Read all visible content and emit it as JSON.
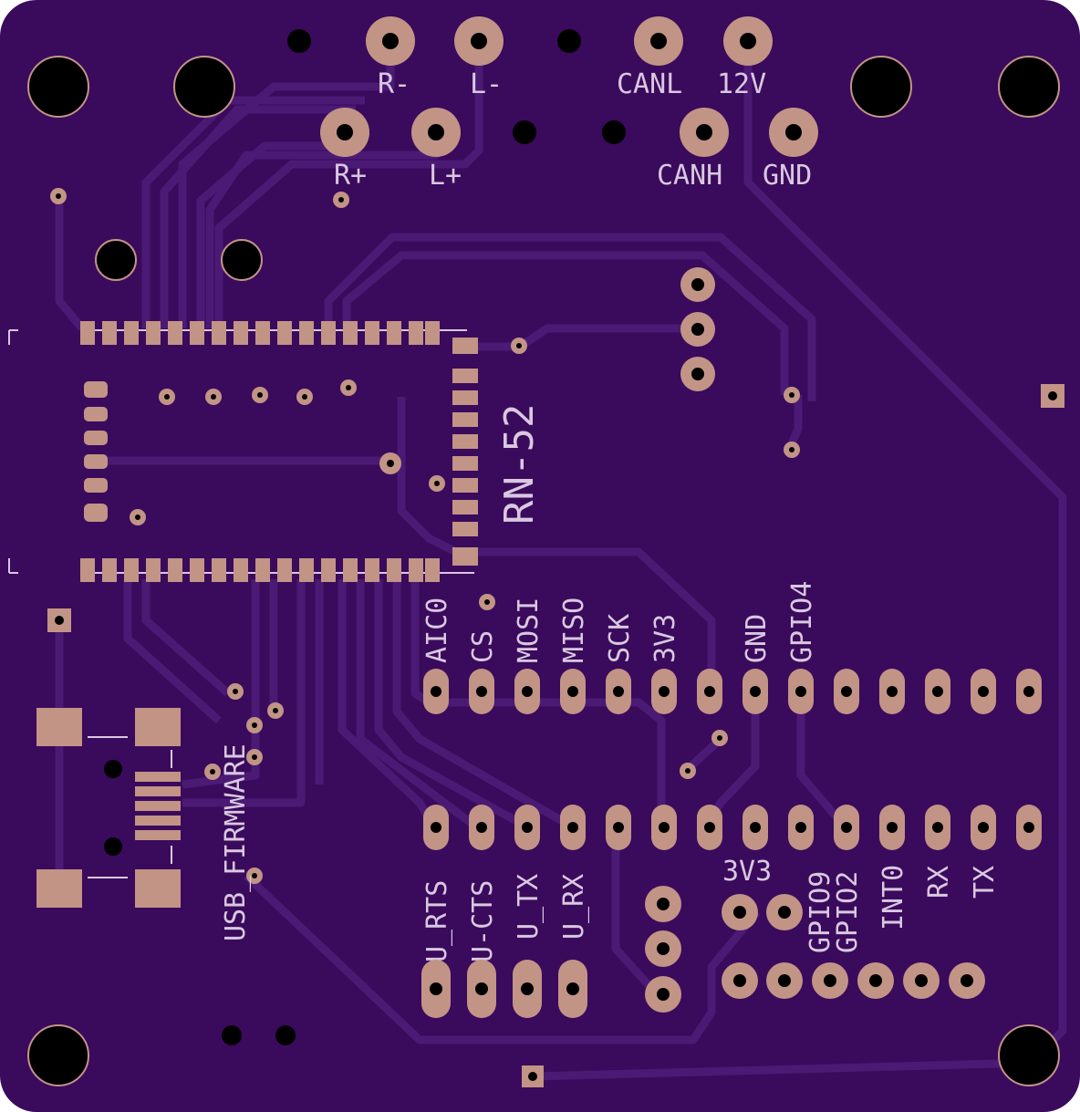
{
  "board": {
    "colors": {
      "substrate": "#3a0a5c",
      "copper_trace": "#4b1a74",
      "pad": "#c29486",
      "silkscreen": "#d9c8e0",
      "drill": "#000000"
    },
    "module_label": "RN-52",
    "connector_top": {
      "row1": [
        "R-",
        "L-",
        "CANL",
        "12V"
      ],
      "row2": [
        "R+",
        "L+",
        "CANH",
        "GND"
      ]
    },
    "header_top_labels": [
      "AIC0",
      "CS",
      "MOSI",
      "MISO",
      "SCK",
      "3V3",
      "GND",
      "GPIO4"
    ],
    "header_bottom_labels": [
      "U_RTS",
      "U-CTS",
      "U_TX",
      "U_RX"
    ],
    "header_right_labels": [
      "GPIO9",
      "GPIO2",
      "INT0",
      "RX",
      "TX"
    ],
    "small_header_label": "3V3",
    "usb_label": "USB_FIRMWARE"
  }
}
